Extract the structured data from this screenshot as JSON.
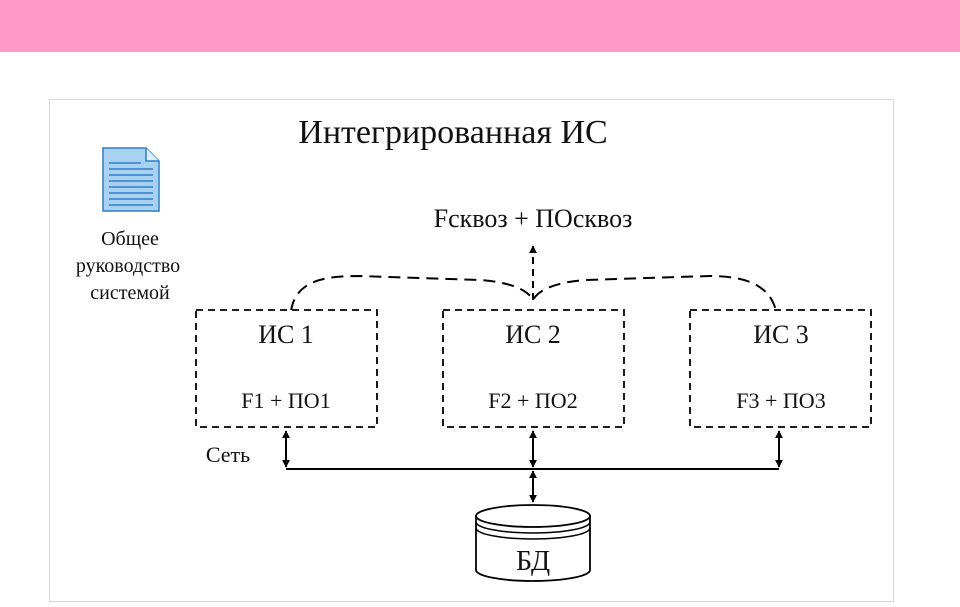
{
  "colors": {
    "top_bar": "#ff99c8",
    "doc_icon_fill": "#a9d2f2",
    "doc_icon_lines": "#2f7fc4"
  },
  "diagram": {
    "title": "Интегрированная ИС",
    "management_label": [
      "Общее",
      "руководство",
      "системой"
    ],
    "top_label": "Fсквоз + ПОсквоз",
    "network_label": "Сеть",
    "db_label": "БД",
    "systems": [
      {
        "name": "ИС 1",
        "content": "F1 + ПО1"
      },
      {
        "name": "ИС 2",
        "content": "F2 + ПО2"
      },
      {
        "name": "ИС 3",
        "content": "F3 + ПО3"
      }
    ],
    "icon": "document-icon"
  }
}
